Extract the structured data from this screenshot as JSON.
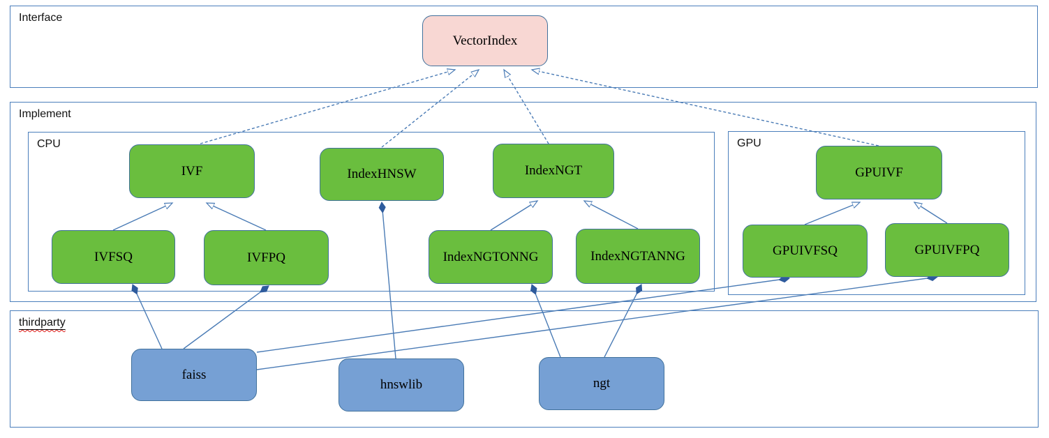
{
  "diagram": {
    "containers": {
      "interface": {
        "label": "Interface"
      },
      "implement": {
        "label": "Implement"
      },
      "cpu": {
        "label": "CPU"
      },
      "gpu": {
        "label": "GPU"
      },
      "thirdparty": {
        "label": "thirdparty"
      }
    },
    "nodes": {
      "vectorindex": {
        "label": "VectorIndex"
      },
      "ivf": {
        "label": "IVF"
      },
      "indexhnsw": {
        "label": "IndexHNSW"
      },
      "indexngt": {
        "label": "IndexNGT"
      },
      "gpuivf": {
        "label": "GPUIVF"
      },
      "ivfsq": {
        "label": "IVFSQ"
      },
      "ivfpq": {
        "label": "IVFPQ"
      },
      "indexngtonng": {
        "label": "IndexNGTONNG"
      },
      "indexngtanng": {
        "label": "IndexNGTANNG"
      },
      "gpuivfsq": {
        "label": "GPUIVFSQ"
      },
      "gpuivfpq": {
        "label": "GPUIVFPQ"
      },
      "faiss": {
        "label": "faiss"
      },
      "hnswlib": {
        "label": "hnswlib"
      },
      "ngt": {
        "label": "ngt"
      }
    },
    "edges": [
      {
        "from": "IVF",
        "to": "VectorIndex",
        "type": "realization"
      },
      {
        "from": "IndexHNSW",
        "to": "VectorIndex",
        "type": "realization"
      },
      {
        "from": "IndexNGT",
        "to": "VectorIndex",
        "type": "realization"
      },
      {
        "from": "GPUIVF",
        "to": "VectorIndex",
        "type": "realization"
      },
      {
        "from": "IVFSQ",
        "to": "IVF",
        "type": "generalization"
      },
      {
        "from": "IVFPQ",
        "to": "IVF",
        "type": "generalization"
      },
      {
        "from": "IndexNGTONNG",
        "to": "IndexNGT",
        "type": "generalization"
      },
      {
        "from": "IndexNGTANNG",
        "to": "IndexNGT",
        "type": "generalization"
      },
      {
        "from": "GPUIVFSQ",
        "to": "GPUIVF",
        "type": "generalization"
      },
      {
        "from": "GPUIVFPQ",
        "to": "GPUIVF",
        "type": "generalization"
      },
      {
        "from": "IndexHNSW",
        "to": "hnswlib",
        "type": "composition"
      },
      {
        "from": "IVFSQ",
        "to": "faiss",
        "type": "composition"
      },
      {
        "from": "IVFPQ",
        "to": "faiss",
        "type": "composition"
      },
      {
        "from": "IndexNGTONNG",
        "to": "ngt",
        "type": "composition"
      },
      {
        "from": "IndexNGTANNG",
        "to": "ngt",
        "type": "composition"
      },
      {
        "from": "GPUIVFSQ",
        "to": "faiss",
        "type": "composition"
      },
      {
        "from": "GPUIVFPQ",
        "to": "faiss",
        "type": "composition"
      }
    ],
    "colors": {
      "interface_fill": "#f8d7d3",
      "implementation_fill": "#6abe3e",
      "thirdparty_fill": "#76a0d4",
      "node_border": "#41719c",
      "container_border": "#4a7ebb",
      "connector": "#4a7bb5",
      "diamond_fill": "#2e5b9d",
      "spellcheck_red": "#e0201b"
    }
  }
}
